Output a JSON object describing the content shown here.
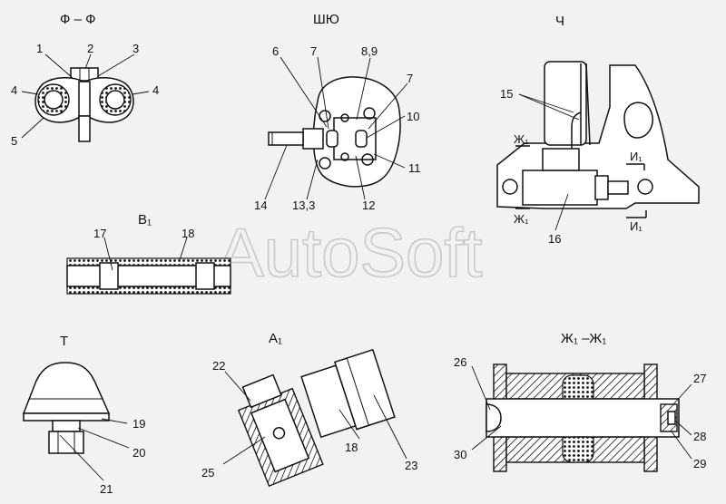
{
  "titles": {
    "ff": "Ф – Ф",
    "shyu": "ШЮ",
    "ch": "Ч",
    "v1": "В₁",
    "t": "Т",
    "a1": "А₁",
    "zh1zh1": "Ж₁ –Ж₁"
  },
  "section_marks": {
    "zh1_top": "Ж₁",
    "zh1_bottom": "Ж₁",
    "i1_top": "И₁",
    "i1_bottom": "И₁"
  },
  "watermark": "AutoSoft",
  "callouts": {
    "c1": "1",
    "c2": "2",
    "c3": "3",
    "c4a": "4",
    "c4b": "4",
    "c5": "5",
    "c6": "6",
    "c7a": "7",
    "c89": "8,9",
    "c7b": "7",
    "c10": "10",
    "c11": "11",
    "c12": "12",
    "c133": "13,3",
    "c14": "14",
    "c15": "15",
    "c16": "16",
    "c17": "17",
    "c18a": "18",
    "c19": "19",
    "c20": "20",
    "c21": "21",
    "c22": "22",
    "c25": "25",
    "c18b": "18",
    "c23": "23",
    "c26": "26",
    "c27": "27",
    "c28": "28",
    "c29": "29",
    "c30": "30"
  }
}
